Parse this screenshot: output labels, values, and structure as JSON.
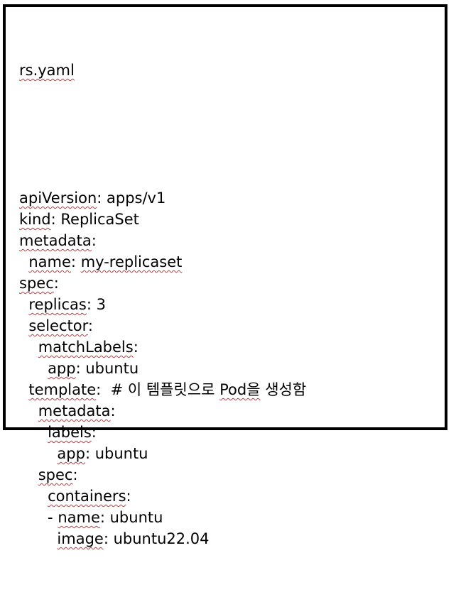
{
  "document": {
    "filename": "rs.yaml",
    "lines": [
      {
        "indent": "",
        "key": "apiVersion",
        "rest": ": apps/v1",
        "key_spell_underline": true
      },
      {
        "indent": "",
        "key": "kind",
        "rest": ": ReplicaSet",
        "key_spell_underline": true
      },
      {
        "indent": "",
        "key": "metadata",
        "rest": ":",
        "key_spell_underline": true
      },
      {
        "indent": "  ",
        "key": "name",
        "rest": ": ",
        "key_spell_underline": true,
        "value": "my-replicaset",
        "value_spell_underline": true
      },
      {
        "indent": "",
        "key": "spec",
        "rest": ":",
        "key_spell_underline": true
      },
      {
        "indent": "  ",
        "key": "replicas",
        "rest": ": 3",
        "key_spell_underline": true
      },
      {
        "indent": "  ",
        "key": "selector",
        "rest": ":",
        "key_spell_underline": true
      },
      {
        "indent": "    ",
        "key": "matchLabels",
        "rest": ":",
        "key_spell_underline": true
      },
      {
        "indent": "      ",
        "key": "app",
        "rest": ": ubuntu",
        "key_spell_underline": true
      },
      {
        "indent": "  ",
        "key": "template",
        "rest": ":  # 이 템플릿으로 ",
        "key_spell_underline": true,
        "value": "Pod을",
        "value_spell_underline": true,
        "tail": " 생성함"
      },
      {
        "indent": "    ",
        "key": "metadata",
        "rest": ":",
        "key_spell_underline": true
      },
      {
        "indent": "      ",
        "key": "labels",
        "rest": ":",
        "key_spell_underline": true
      },
      {
        "indent": "        ",
        "key": "app",
        "rest": ": ubuntu",
        "key_spell_underline": true
      },
      {
        "indent": "    ",
        "key": "spec",
        "rest": ":",
        "key_spell_underline": true
      },
      {
        "indent": "      ",
        "key": "containers",
        "rest": ":",
        "key_spell_underline": true
      },
      {
        "indent": "      - ",
        "key": "name",
        "rest": ": ubuntu",
        "key_spell_underline": true
      },
      {
        "indent": "        ",
        "key": "image",
        "rest": ": ubuntu22.04",
        "key_spell_underline": true
      }
    ]
  },
  "colors": {
    "border": "#000000",
    "text": "#000000",
    "spellcheck_squiggle": "#d13438"
  }
}
